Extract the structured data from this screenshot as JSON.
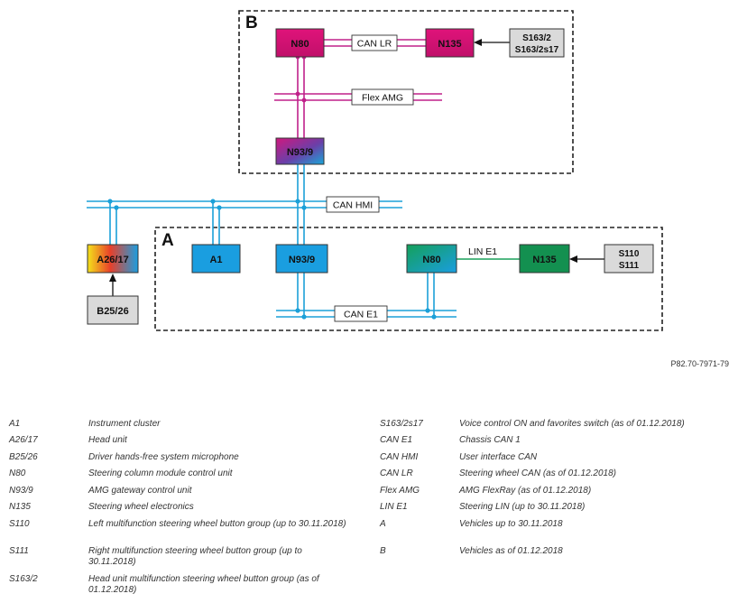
{
  "diagram": {
    "sections": {
      "a": "A",
      "b": "B"
    },
    "nodes": {
      "b_n80": "N80",
      "b_n135": "N135",
      "b_switch": [
        "S163/2",
        "S163/2s17"
      ],
      "b_n93": "N93/9",
      "a26": "A26/17",
      "b25": "B25/26",
      "a1": "A1",
      "a_n93": "N93/9",
      "a_n80": "N80",
      "a_n135": "N135",
      "a_switch": [
        "S110",
        "S111"
      ]
    },
    "bus_labels": {
      "can_lr": "CAN LR",
      "flex_amg": "Flex AMG",
      "can_hmi": "CAN HMI",
      "lin_e1": "LIN E1",
      "can_e1": "CAN E1"
    },
    "colors": {
      "blue_bus": "#1ba0d8",
      "magenta_bus": "#c0208a",
      "green_link": "#1aa05a",
      "module_blue": "#1a9ee0",
      "module_magenta": "#e0137a",
      "module_green": "#139050",
      "switch_gray": "#dadada"
    }
  },
  "reference": "P82.70-7971-79",
  "legend": [
    {
      "key": "A1",
      "value": "Instrument cluster"
    },
    {
      "key": "A26/17",
      "value": "Head unit"
    },
    {
      "key": "B25/26",
      "value": "Driver hands-free system microphone"
    },
    {
      "key": "N80",
      "value": "Steering column module control unit"
    },
    {
      "key": "N93/9",
      "value": "AMG gateway control unit"
    },
    {
      "key": "N135",
      "value": "Steering wheel electronics"
    },
    {
      "key": "S110",
      "value": "Left multifunction steering wheel button group (up to 30.11.2018)"
    },
    {
      "key": "S111",
      "value": "Right multifunction steering wheel button group (up to 30.11.2018)"
    },
    {
      "key": "S163/2",
      "value": "Head unit multifunction steering wheel button group (as of 01.12.2018)"
    },
    {
      "key": "S163/2s17",
      "value": "Voice control ON and favorites switch (as of 01.12.2018)"
    },
    {
      "key": "CAN E1",
      "value": "Chassis CAN 1"
    },
    {
      "key": "CAN HMI",
      "value": "User interface CAN"
    },
    {
      "key": "CAN LR",
      "value": "Steering wheel CAN (as of 01.12.2018)"
    },
    {
      "key": "Flex AMG",
      "value": "AMG FlexRay (as of 01.12.2018)"
    },
    {
      "key": "LIN E1",
      "value": "Steering LIN (up to 30.11.2018)"
    },
    {
      "key": "A",
      "value": "Vehicles up to 30.11.2018"
    },
    {
      "key": "B",
      "value": "Vehicles as of 01.12.2018"
    }
  ]
}
